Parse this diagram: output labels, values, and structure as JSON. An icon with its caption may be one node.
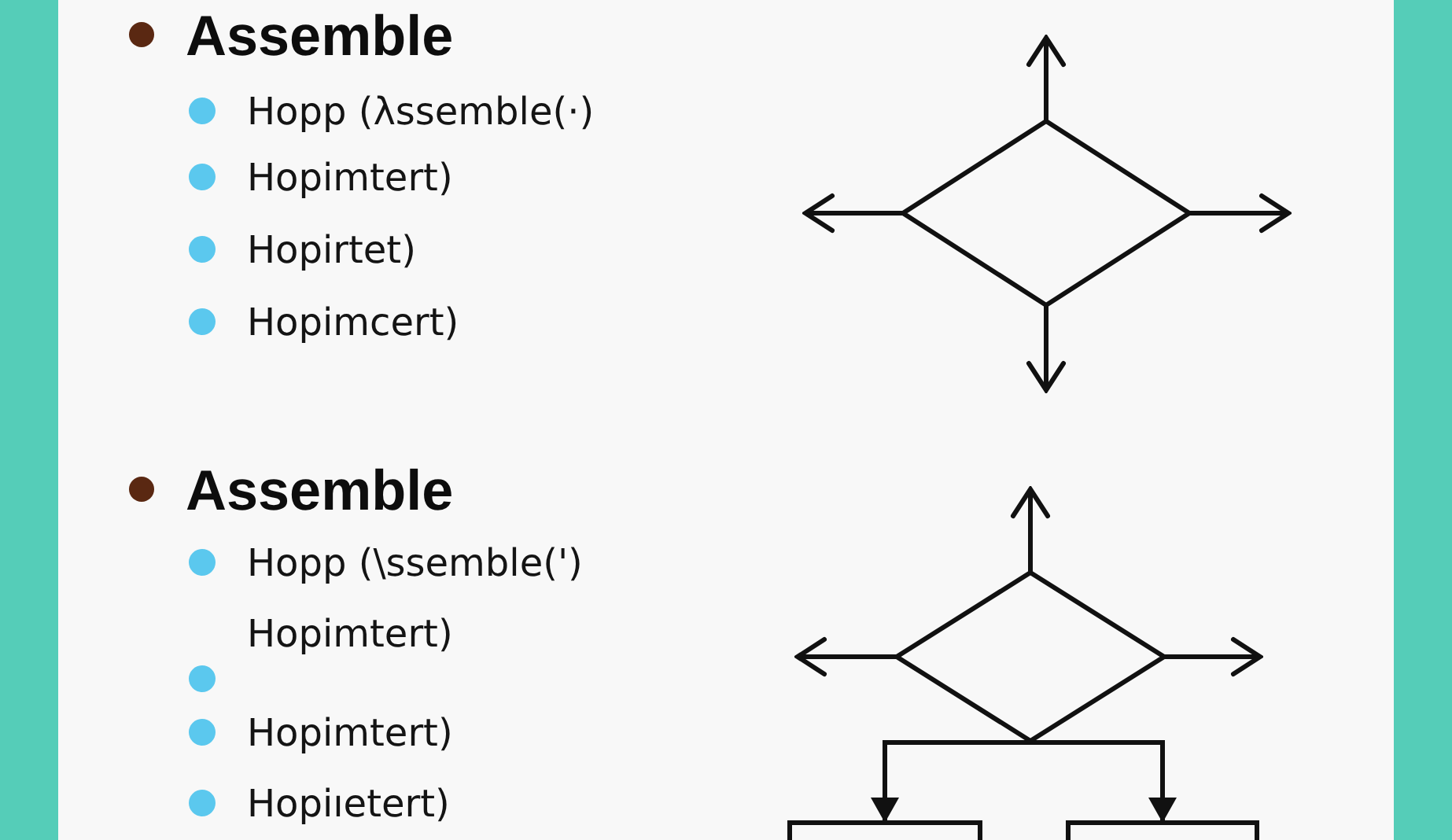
{
  "diagram": {
    "nodes": [
      {
        "text": [],
        "shape": "diamond"
      },
      {
        "text": [],
        "shape": "diamond"
      },
      {
        "text": [],
        "shape": "box"
      },
      {
        "text": [],
        "shape": "box"
      }
    ],
    "edges": [
      {
        "from": 0,
        "to": null,
        "arrow": "to"
      },
      {
        "from": 0,
        "to": null,
        "arrow": "to"
      },
      {
        "from": 0,
        "to": null,
        "arrow": "to"
      },
      {
        "from": 0,
        "to": null,
        "arrow": "to"
      },
      {
        "from": 1,
        "to": null,
        "arrow": "to"
      },
      {
        "from": 1,
        "to": null,
        "arrow": "to"
      },
      {
        "from": 1,
        "to": null,
        "arrow": "to"
      },
      {
        "from": 1,
        "to": 2,
        "arrow": "to"
      },
      {
        "from": 1,
        "to": 3,
        "arrow": "to"
      }
    ],
    "labels": [
      "Assemble",
      "Hopp (λssemble(·)",
      "Hopimtert)",
      "Hopirtet)",
      "Hopimcert)",
      "Assemble",
      "Hopp (\\ssemble(')",
      "Hopimtert)",
      "Hopimtert)",
      "Hopiıetert)"
    ]
  }
}
